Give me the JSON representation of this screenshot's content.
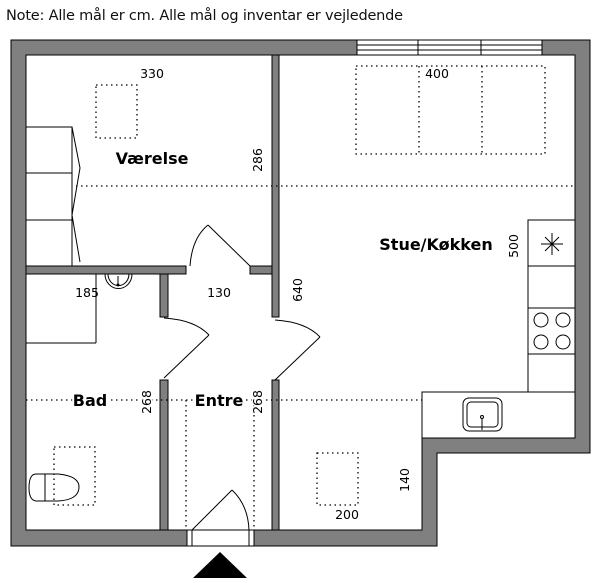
{
  "note": "Note: Alle mål er cm. Alle mål og inventar er vejledende",
  "rooms": {
    "vaerelse": {
      "label": "Værelse",
      "width": "330",
      "depth": "286"
    },
    "stue": {
      "label": "Stue/Køkken",
      "width": "400",
      "depth": "500"
    },
    "bad": {
      "label": "Bad",
      "width": "185",
      "depth": "268"
    },
    "entre": {
      "label": "Entre",
      "width": "130",
      "depth": "268"
    },
    "hall_depth": "640",
    "table_dims": {
      "depth": "140",
      "width": "200"
    }
  }
}
